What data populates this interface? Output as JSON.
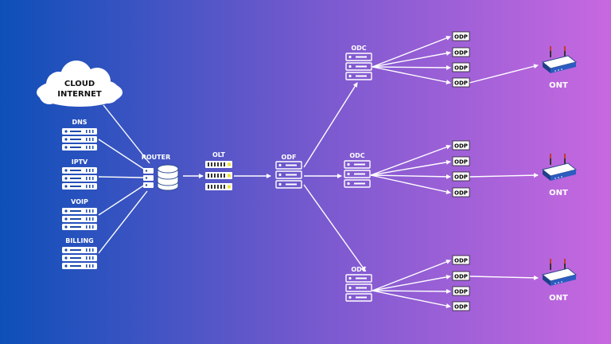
{
  "cloud": {
    "line1": "CLOUD",
    "line2": "INTERNET"
  },
  "servers": [
    "DNS",
    "IPTV",
    "VOIP",
    "BILLING"
  ],
  "router": "ROUTER",
  "olt": "OLT",
  "odf": "ODF",
  "odc": [
    "ODC",
    "ODC",
    "ODC"
  ],
  "odp": "ODP",
  "ont": [
    "ONT",
    "ONT",
    "ONT"
  ],
  "colors": {
    "gradient_start": "#0d4fb8",
    "gradient_end": "#c868e0",
    "line": "#ffffff",
    "olt_accent": "#f2e23a"
  }
}
